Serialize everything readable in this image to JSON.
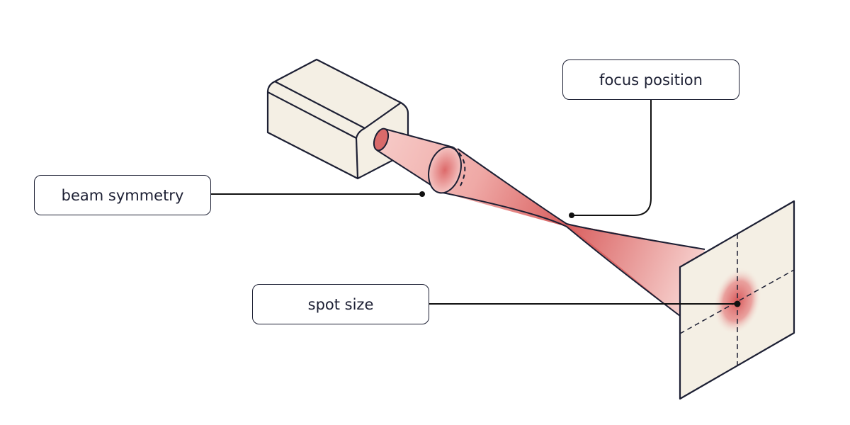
{
  "labels": {
    "focus_position": "focus position",
    "beam_symmetry": "beam symmetry",
    "spot_size": "spot size"
  },
  "colors": {
    "outline": "#1c1f33",
    "device_fill": "#f4efe4",
    "beam": "#e06a6a"
  }
}
